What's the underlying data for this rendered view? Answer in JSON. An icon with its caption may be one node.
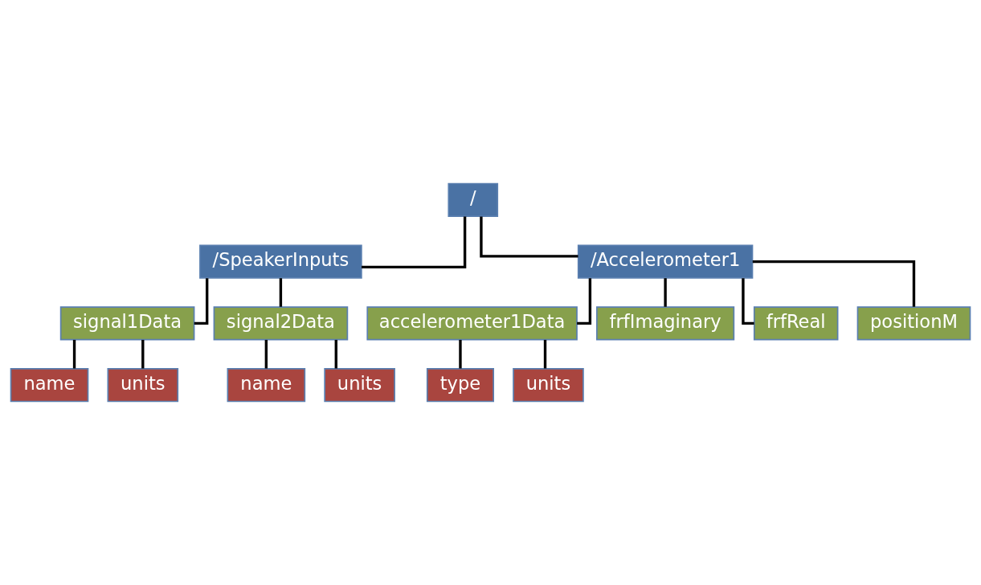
{
  "diagram": {
    "nodes": [
      {
        "text": [
          "/"
        ]
      },
      {
        "text": [
          "/SpeakerInputs"
        ]
      },
      {
        "text": [
          "signal1Data"
        ]
      },
      {
        "text": [
          "name"
        ]
      },
      {
        "text": [
          "units"
        ]
      },
      {
        "text": [
          "signal2Data"
        ]
      },
      {
        "text": [
          "name"
        ]
      },
      {
        "text": [
          "units"
        ]
      },
      {
        "text": [
          "/Accelerometer1"
        ]
      },
      {
        "text": [
          "accelerometer1Data"
        ]
      },
      {
        "text": [
          "type"
        ]
      },
      {
        "text": [
          "units"
        ]
      },
      {
        "text": [
          "frfImaginary"
        ]
      },
      {
        "text": [
          "frfReal"
        ]
      },
      {
        "text": [
          "positionM"
        ]
      }
    ],
    "edges": [
      {
        "from": 0,
        "to": 1,
        "arrow": "none"
      },
      {
        "from": 0,
        "to": 8,
        "arrow": "none"
      },
      {
        "from": 1,
        "to": 2,
        "arrow": "none"
      },
      {
        "from": 2,
        "to": 3,
        "arrow": "none"
      },
      {
        "from": 2,
        "to": 4,
        "arrow": "none"
      },
      {
        "from": 1,
        "to": 5,
        "arrow": "none"
      },
      {
        "from": 5,
        "to": 6,
        "arrow": "none"
      },
      {
        "from": 5,
        "to": 7,
        "arrow": "none"
      },
      {
        "from": 8,
        "to": 9,
        "arrow": "none"
      },
      {
        "from": 9,
        "to": 10,
        "arrow": "none"
      },
      {
        "from": 9,
        "to": 11,
        "arrow": "none"
      },
      {
        "from": 8,
        "to": 12,
        "arrow": "none"
      },
      {
        "from": 8,
        "to": 13,
        "arrow": "none"
      },
      {
        "from": 8,
        "to": 14,
        "arrow": "none"
      }
    ]
  }
}
